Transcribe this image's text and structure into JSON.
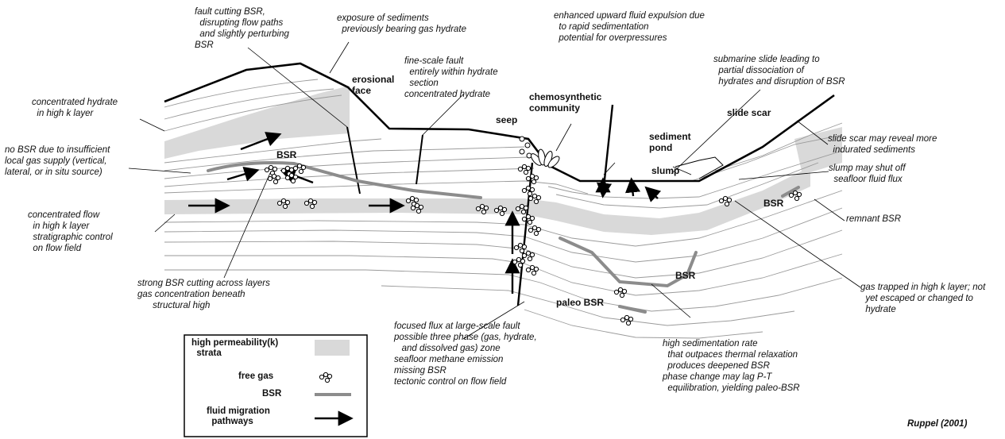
{
  "annotations": {
    "fault_cutting_bsr": "fault cutting BSR,\n  disrupting flow paths\n  and slightly perturbing\nBSR",
    "exposure": "exposure of sediments\n  previously bearing gas hydrate",
    "enhanced_expulsion": "enhanced upward fluid expulsion due\n  to rapid sedimentation\n  potential for overpressures",
    "submarine_slide": "submarine slide leading to\n  partial dissociation of\n  hydrates and disruption of BSR",
    "fine_scale_fault": "fine-scale fault\n  entirely within hydrate\n  section\nconcentrated hydrate",
    "concentrated_hydrate": "concentrated hydrate\n  in high k layer",
    "no_bsr": "no BSR due to insufficient\nlocal gas supply (vertical,\nlateral, or in situ source)",
    "concentrated_flow": "concentrated flow\n  in high k layer\n  stratigraphic control\n  on flow field",
    "strong_bsr": "strong BSR cutting across layers\ngas concentration beneath\n      structural high",
    "focused_flux": "focused flux at large-scale fault\npossible three phase (gas, hydrate,\n   and dissolved gas) zone\nseafloor methane emission\nmissing BSR\ntectonic control on flow field",
    "high_sed_rate": "high sedimentation rate\n  that outpaces thermal relaxation\n  produces deepened BSR\nphase change may lag P-T\n  equilibration, yielding paleo-BSR",
    "slide_scar_reveal": "slide scar may reveal more\n  indurated sediments",
    "slump_shut": "slump may shut off\n  seafloor fluid flux",
    "remnant_bsr": "remnant BSR",
    "gas_trapped": "gas trapped in high k layer; not\n  yet escaped or changed to\n  hydrate",
    "citation": "Ruppel (2001)"
  },
  "features": {
    "erosional_face": "erosional\nface",
    "chemosynthetic": "chemosynthetic\ncommunity",
    "seep": "seep",
    "sediment_pond": "sediment\npond",
    "slump": "slump",
    "slide_scar": "slide scar",
    "bsr_left": "BSR",
    "bsr_right": "BSR",
    "bsr_remnant": "BSR",
    "paleo_bsr": "paleo BSR"
  },
  "legend": {
    "high_perm": "high permeability(k)\n  strata",
    "free_gas": "free gas",
    "bsr": "BSR",
    "fluid_migration": "fluid migration\n  pathways"
  },
  "colors": {
    "high_k_fill": "#d9d9d9",
    "bsr_line": "#8c8c8c",
    "strata_line": "#9a9a9a",
    "seafloor": "#000000"
  }
}
